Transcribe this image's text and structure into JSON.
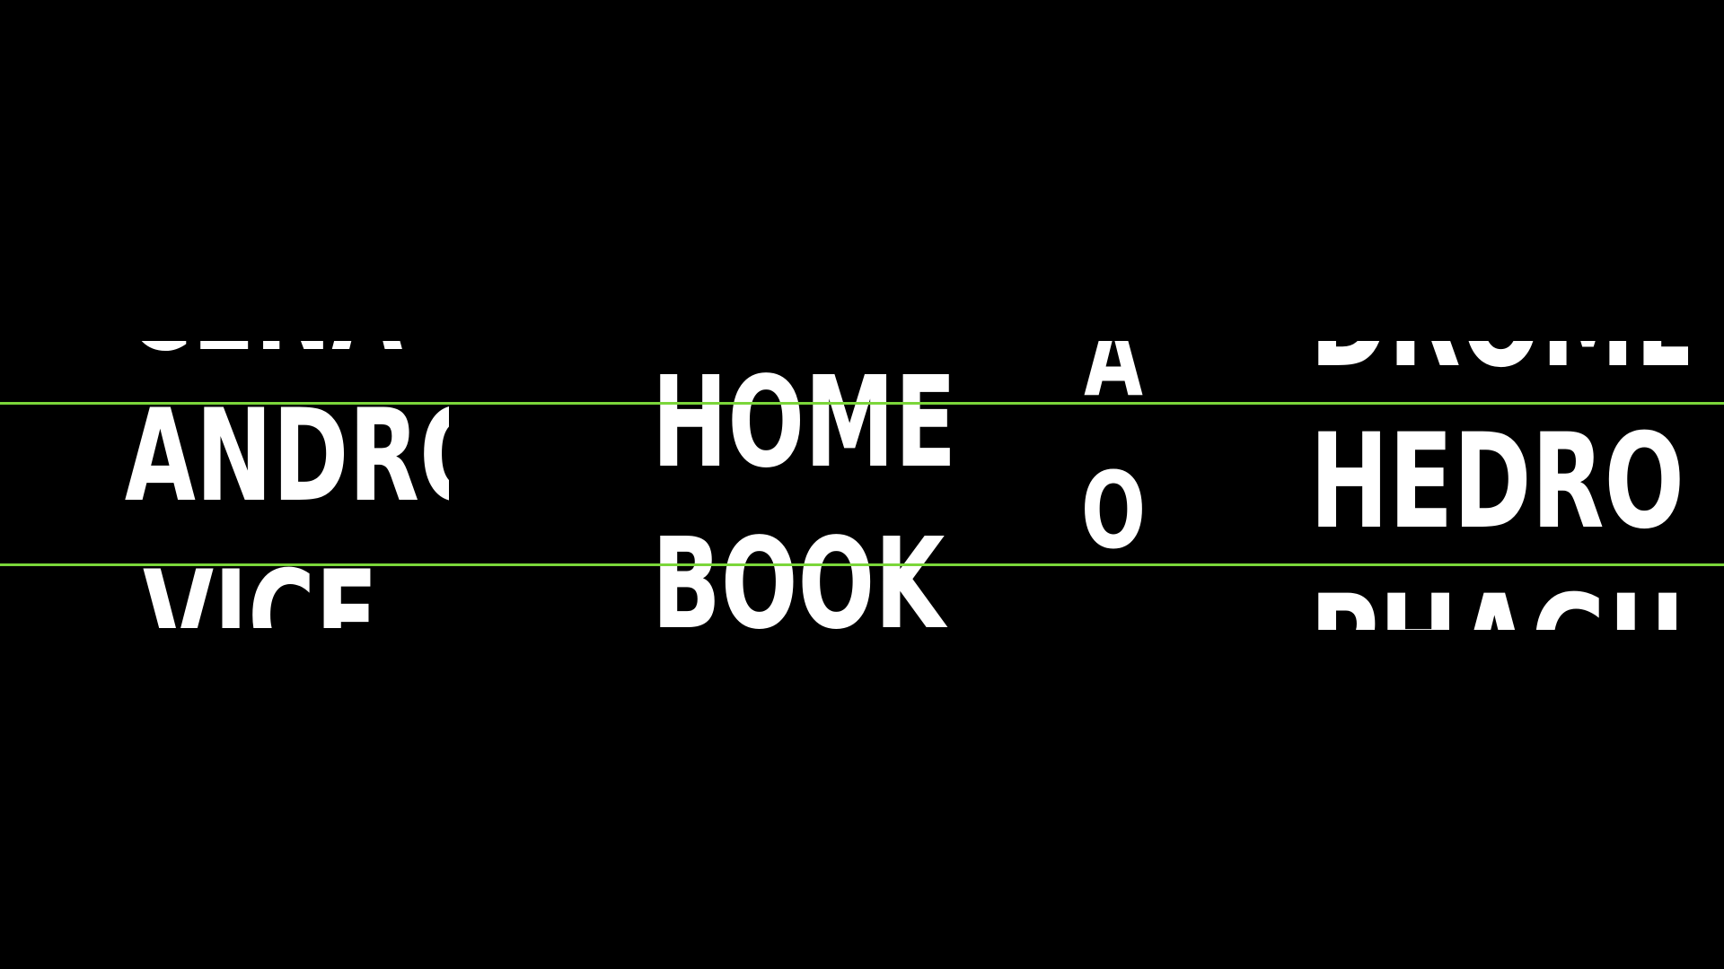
{
  "colors": {
    "background": "#000000",
    "text": "#ffffff",
    "guide": "#7bd63a"
  },
  "columns": [
    {
      "words": [
        "CENA",
        "ANDRO",
        "VICE"
      ]
    },
    {
      "words": [
        "HOME",
        "BOOK"
      ]
    },
    {
      "words": [
        "A",
        "O",
        "-"
      ]
    },
    {
      "words": [
        "DROME",
        "HEDRON",
        "PHAGUS"
      ]
    }
  ]
}
